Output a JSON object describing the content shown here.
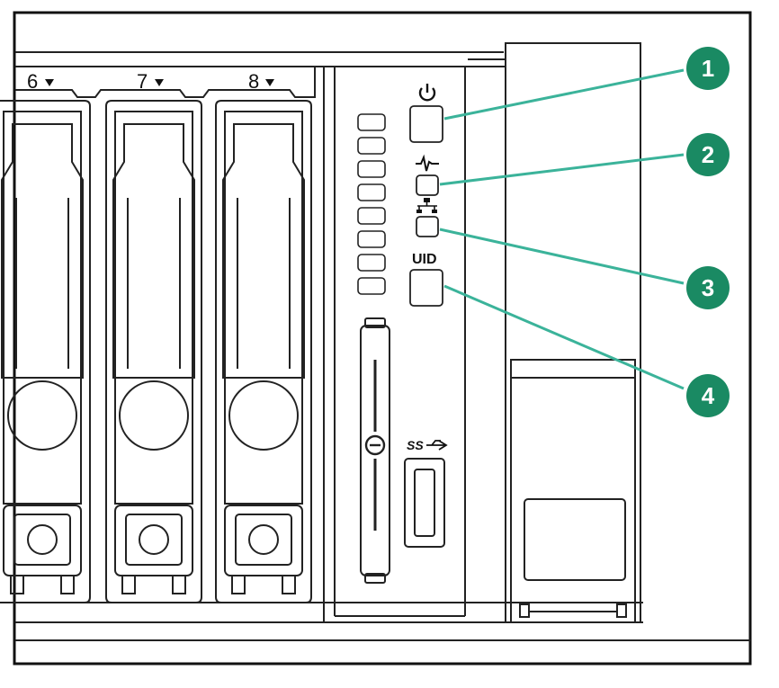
{
  "drive_bays": [
    {
      "label": "6"
    },
    {
      "label": "7"
    },
    {
      "label": "8"
    }
  ],
  "uid_label": "UID",
  "usb_label": "SS",
  "callouts": [
    {
      "number": "1",
      "target": "power-button"
    },
    {
      "number": "2",
      "target": "health-led"
    },
    {
      "number": "3",
      "target": "nic-status-led"
    },
    {
      "number": "4",
      "target": "uid-button"
    }
  ],
  "colors": {
    "callout": "#1a8a63",
    "leader_line": "#3bb39a",
    "stroke": "#222222"
  },
  "icons": [
    "power-icon",
    "health-icon",
    "network-icon",
    "usb-superspeed-icon",
    "bay-arrow-icon"
  ]
}
